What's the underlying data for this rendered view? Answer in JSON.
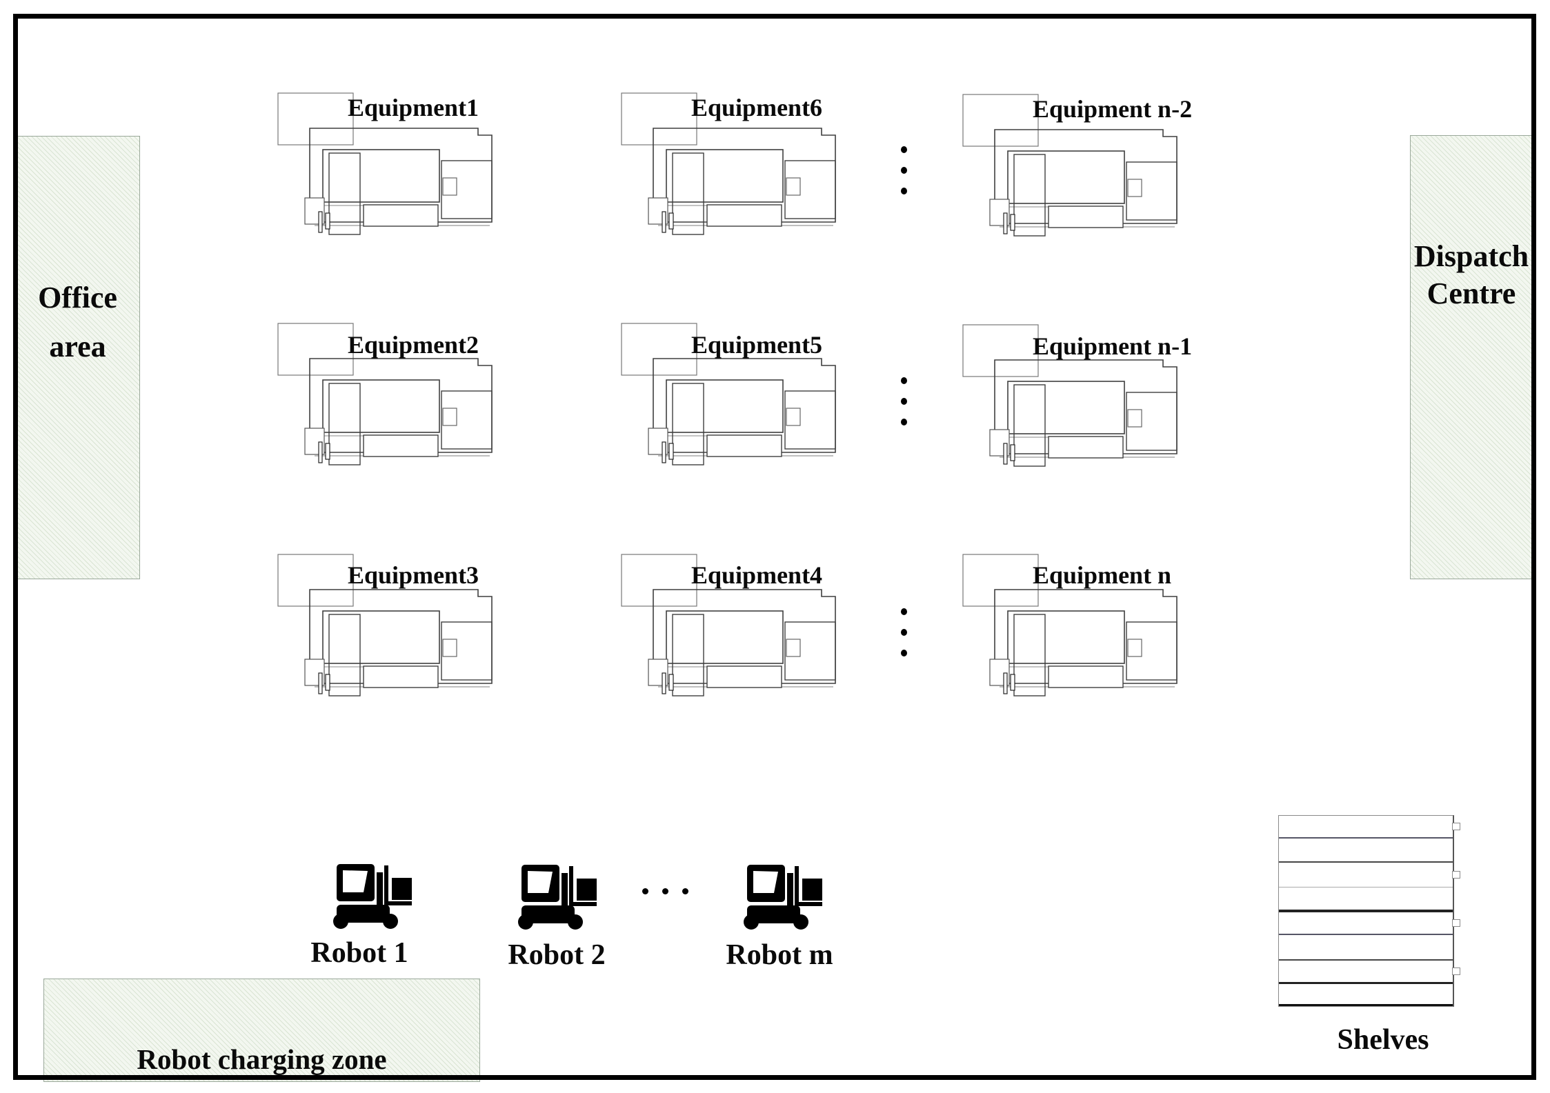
{
  "zones": {
    "office": {
      "lines": [
        "Office",
        "area"
      ]
    },
    "dispatch": {
      "lines": [
        "Dispatch",
        "Centre"
      ]
    },
    "charging": {
      "label": "Robot charging zone"
    },
    "shelves": {
      "label": "Shelves"
    }
  },
  "equipment": [
    {
      "label": "Equipment1"
    },
    {
      "label": "Equipment6"
    },
    {
      "label": "Equipment n-2"
    },
    {
      "label": "Equipment2"
    },
    {
      "label": "Equipment5"
    },
    {
      "label": "Equipment n-1"
    },
    {
      "label": "Equipment3"
    },
    {
      "label": "Equipment4"
    },
    {
      "label": "Equipment n"
    }
  ],
  "robots": [
    {
      "label": "Robot 1"
    },
    {
      "label": "Robot 2"
    },
    {
      "label": "Robot m"
    }
  ],
  "icons": {
    "equipment": "cnc-machine-top-view-icon",
    "robot": "forklift-icon",
    "shelves": "shelf-rack-icon",
    "vertical_ellipsis": "⋮",
    "horizontal_ellipsis": "···"
  },
  "colors": {
    "zone_fill": "#f3f7f0",
    "zone_hatch": "#d9e4d3",
    "zone_border": "#9aa89a",
    "machine_line": "#3f3f3f",
    "frame": "#000000",
    "text": "#0a0a0a"
  }
}
